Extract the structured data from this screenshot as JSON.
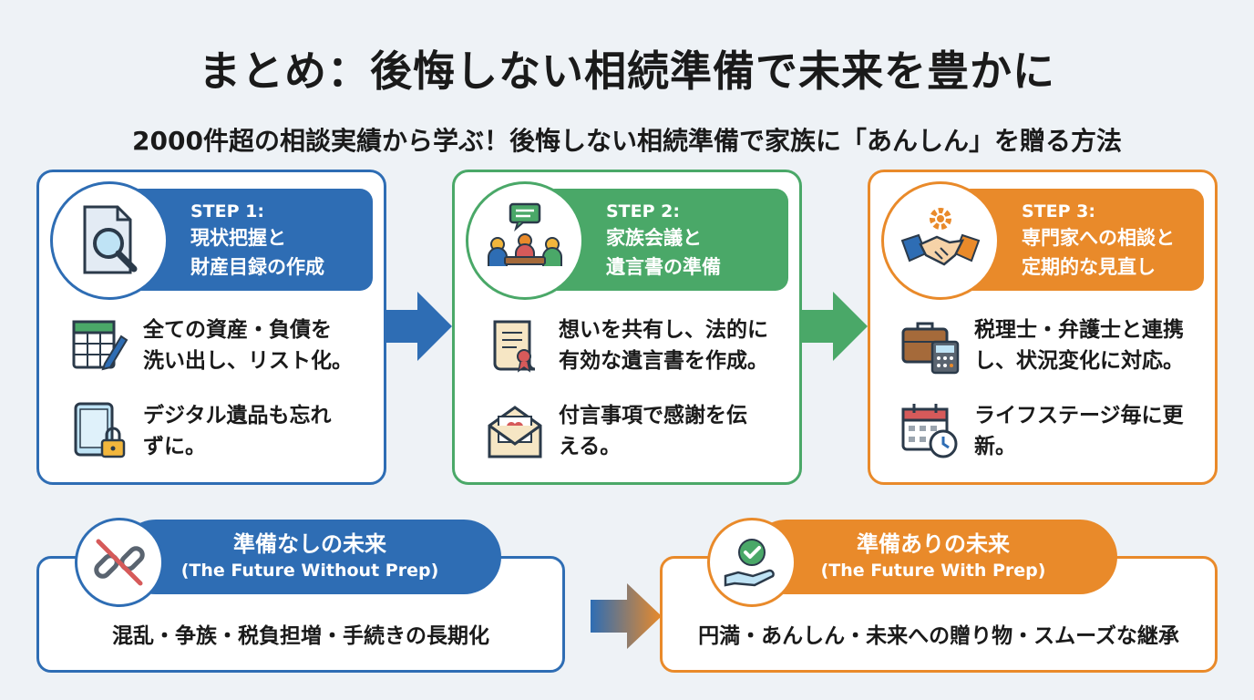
{
  "title": "まとめ：後悔しない相続準備で未来を豊かに",
  "subtitle": "2000件超の相談実績から学ぶ！後悔しない相続準備で家族に「あんしん」を贈る方法",
  "colors": {
    "blue": "#2e6db4",
    "green": "#4aa868",
    "orange": "#e98a2a"
  },
  "steps": [
    {
      "label": "STEP 1:",
      "title_line1": "現状把握と",
      "title_line2": "財産目録の作成",
      "icon": "document-search-icon",
      "items": [
        {
          "icon": "spreadsheet-pen-icon",
          "line1": "全ての資産・負債を",
          "line2": "洗い出し、リスト化。"
        },
        {
          "icon": "tablet-lock-icon",
          "line1": "デジタル遺品も忘れ",
          "line2": "ずに。"
        }
      ]
    },
    {
      "label": "STEP 2:",
      "title_line1": "家族会議と",
      "title_line2": "遺言書の準備",
      "icon": "family-meeting-icon",
      "items": [
        {
          "icon": "will-scroll-icon",
          "line1": "想いを共有し、法的に",
          "line2": "有効な遺言書を作成。"
        },
        {
          "icon": "heart-letter-icon",
          "line1": "付言事項で感謝を伝",
          "line2": "える。"
        }
      ]
    },
    {
      "label": "STEP 3:",
      "title_line1": "専門家への相談と",
      "title_line2": "定期的な見直し",
      "icon": "handshake-gear-icon",
      "items": [
        {
          "icon": "briefcase-calculator-icon",
          "line1": "税理士・弁護士と連携",
          "line2": "し、状況変化に対応。"
        },
        {
          "icon": "calendar-clock-icon",
          "line1": "ライフステージ毎に更",
          "line2": "新。"
        }
      ]
    }
  ],
  "futures": {
    "without": {
      "title": "準備なしの未来",
      "subtitle": "(The Future Without Prep)",
      "text": "混乱・争族・税負担増・手続きの長期化",
      "icon": "broken-chain-icon"
    },
    "with": {
      "title": "準備ありの未来",
      "subtitle": "(The Future With Prep)",
      "text": "円満・あんしん・未来への贈り物・スムーズな継承",
      "icon": "check-hand-icon"
    }
  }
}
